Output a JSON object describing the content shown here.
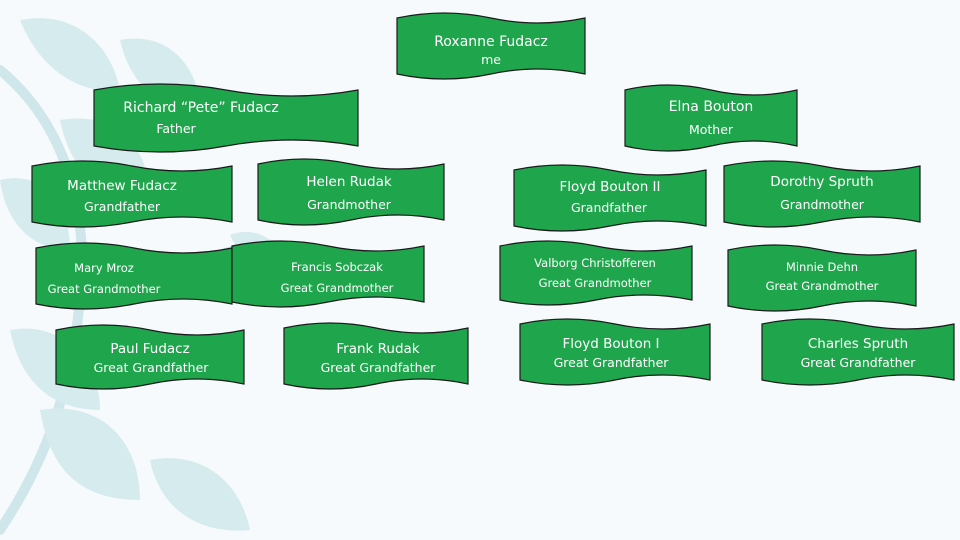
{
  "colors": {
    "flag": "#1fa64d",
    "outline": "#1a1a1a",
    "text": "#ffffff",
    "background": "#f7fafc",
    "leaf": "#d3e9ec"
  },
  "tree": {
    "me": {
      "name": "Roxanne Fudacz",
      "role": "me"
    },
    "father": {
      "name": "Richard “Pete” Fudacz",
      "role": "Father"
    },
    "mother": {
      "name": "Elna Bouton",
      "role": "Mother"
    },
    "paternal_grandfather": {
      "name": "Matthew Fudacz",
      "role": "Grandfather"
    },
    "paternal_grandmother": {
      "name": "Helen Rudak",
      "role": "Grandmother"
    },
    "maternal_grandfather": {
      "name": "Floyd Bouton II",
      "role": "Grandfather"
    },
    "maternal_grandmother": {
      "name": "Dorothy Spruth",
      "role": "Grandmother"
    },
    "great_grandmother_1": {
      "name": "Mary Mroz",
      "role": "Great Grandmother"
    },
    "great_grandmother_2": {
      "name": "Francis Sobczak",
      "role": "Great Grandmother"
    },
    "great_grandmother_3": {
      "name": "Valborg Christofferen",
      "role": "Great Grandmother"
    },
    "great_grandmother_4": {
      "name": "Minnie Dehn",
      "role": "Great Grandmother"
    },
    "great_grandfather_1": {
      "name": "Paul Fudacz",
      "role": "Great Grandfather"
    },
    "great_grandfather_2": {
      "name": "Frank Rudak",
      "role": "Great Grandfather"
    },
    "great_grandfather_3": {
      "name": "Floyd Bouton I",
      "role": "Great Grandfather"
    },
    "great_grandfather_4": {
      "name": "Charles Spruth",
      "role": "Great Grandfather"
    }
  }
}
